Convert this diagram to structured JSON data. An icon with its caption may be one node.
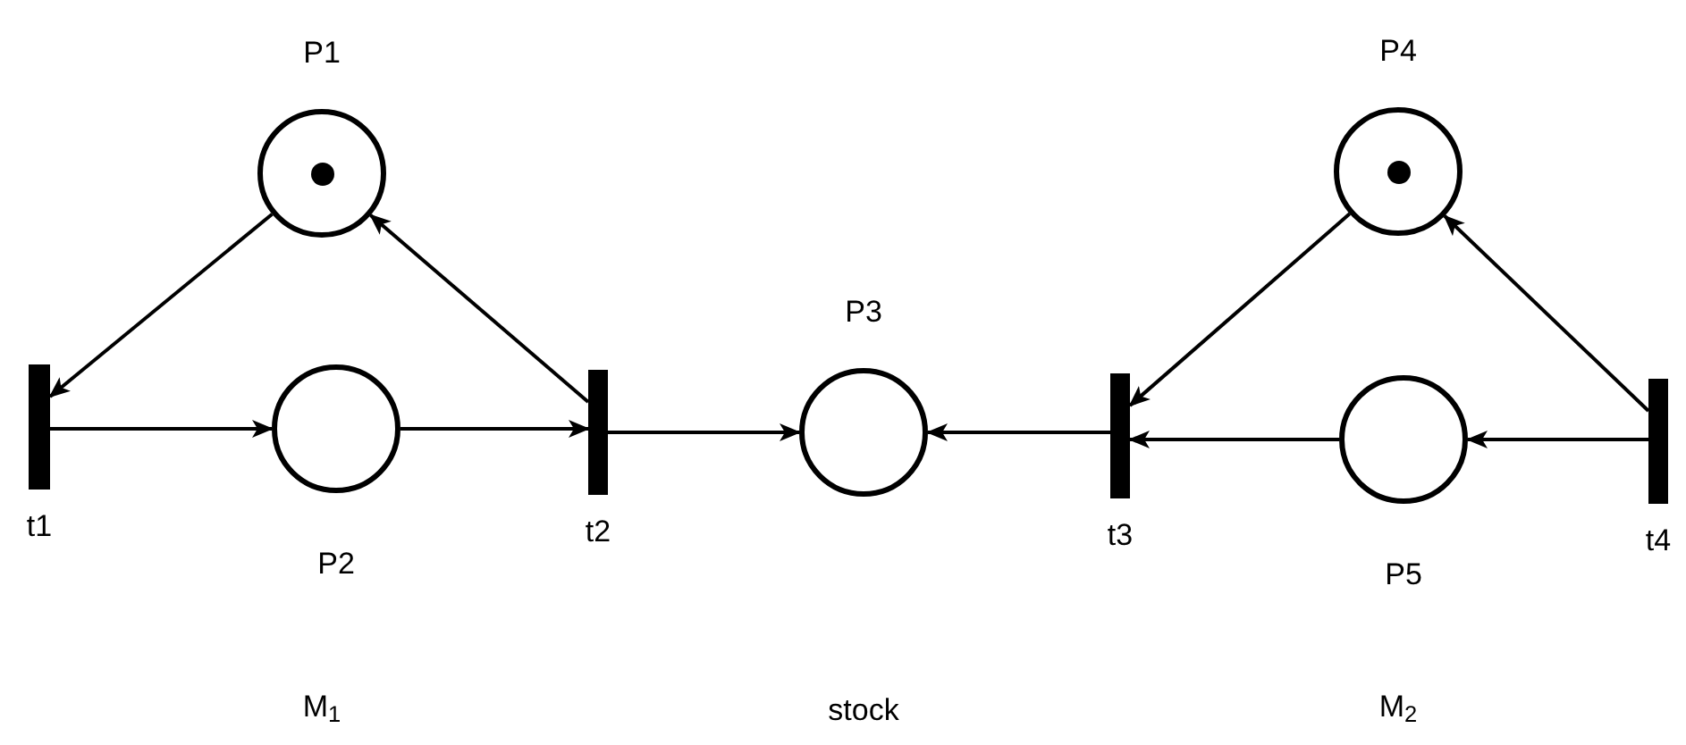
{
  "diagram": {
    "nodes": [
      {
        "text": [
          "P1"
        ]
      },
      {
        "text": [
          "P2"
        ]
      },
      {
        "text": [
          "P3"
        ]
      },
      {
        "text": [
          "P4"
        ]
      },
      {
        "text": [
          "P5"
        ]
      },
      {
        "text": [
          "t1"
        ]
      },
      {
        "text": [
          "t2"
        ]
      },
      {
        "text": [
          "t3"
        ]
      },
      {
        "text": [
          "t4"
        ]
      }
    ],
    "edges": [
      {
        "from": 5,
        "to": 1,
        "arrow": "to"
      },
      {
        "from": 1,
        "to": 6,
        "arrow": "to"
      },
      {
        "from": 6,
        "to": 0,
        "arrow": "to"
      },
      {
        "from": 0,
        "to": 5,
        "arrow": "to"
      },
      {
        "from": 6,
        "to": 2,
        "arrow": "to"
      },
      {
        "from": 7,
        "to": 2,
        "arrow": "to"
      },
      {
        "from": 4,
        "to": 7,
        "arrow": "to"
      },
      {
        "from": 8,
        "to": 4,
        "arrow": "to"
      },
      {
        "from": 8,
        "to": 3,
        "arrow": "to"
      },
      {
        "from": 3,
        "to": 7,
        "arrow": "to"
      }
    ],
    "labels": [
      "M$_{1}$",
      "stock",
      "M$_{2}$"
    ]
  }
}
